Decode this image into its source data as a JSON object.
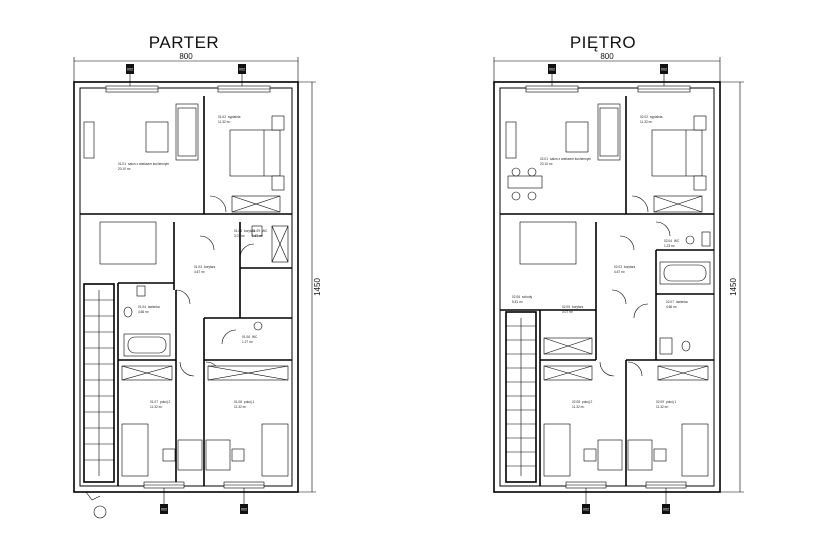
{
  "plans": [
    {
      "title": "PARTER",
      "width_dim": "800",
      "height_dim": "1450",
      "window_tag": "002",
      "rooms": [
        {
          "number": "01.01",
          "name": "salon z aneksem kuchennym",
          "area": "20.10 m²"
        },
        {
          "number": "01.02",
          "name": "sypialnia",
          "area": "11.32 m²"
        },
        {
          "number": "01.03",
          "name": "korytarz",
          "area": "4.67 m²"
        },
        {
          "number": "01.04",
          "name": "łazienka",
          "area": "4.66 m²"
        },
        {
          "number": "01.05",
          "name": "korytarz",
          "area": "3.07 m²"
        },
        {
          "number": "01.06",
          "name": "WC",
          "area": "1.27 m²"
        },
        {
          "number": "01.07",
          "name": "pokój 2",
          "area": "11.32 m²"
        },
        {
          "number": "01.08",
          "name": "pokój 1",
          "area": "11.32 m²"
        },
        {
          "number": "01.09",
          "name": "WC",
          "area": "1.67 m²"
        }
      ]
    },
    {
      "title": "PIĘTRO",
      "width_dim": "800",
      "height_dim": "1450",
      "window_tag": "002",
      "rooms": [
        {
          "number": "02.01",
          "name": "salon z aneksem kuchennym",
          "area": "20.10 m²"
        },
        {
          "number": "02.02",
          "name": "sypialnia",
          "area": "11.32 m²"
        },
        {
          "number": "02.03",
          "name": "korytarz",
          "area": "4.67 m²"
        },
        {
          "number": "02.04",
          "name": "WC",
          "area": "1.23 m²"
        },
        {
          "number": "02.05",
          "name": "korytarz",
          "area": "3.07 m²"
        },
        {
          "number": "02.06",
          "name": "schody",
          "area": "5.51 m²"
        },
        {
          "number": "02.07",
          "name": "łazienka",
          "area": "4.66 m²"
        },
        {
          "number": "02.08",
          "name": "pokój 2",
          "area": "11.32 m²"
        },
        {
          "number": "02.09",
          "name": "pokój 1",
          "area": "11.32 m²"
        }
      ]
    }
  ]
}
